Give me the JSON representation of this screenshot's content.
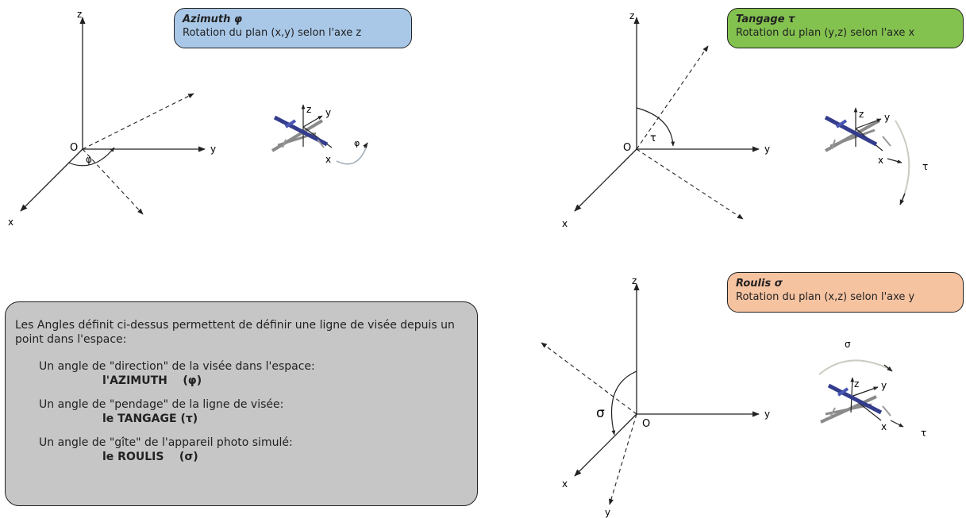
{
  "azimuth": {
    "title": "Azimuth φ",
    "description": "Rotation du plan (x,y) selon l'axe z",
    "color": "#a9c8e8",
    "axes": {
      "z": "z",
      "y": "y",
      "x": "x",
      "origin": "O"
    },
    "angle": "φ",
    "model_axes": {
      "z": "z",
      "y": "y",
      "x": "x"
    },
    "model_angle": "φ"
  },
  "tangage": {
    "title": "Tangage τ",
    "description": "Rotation du plan (y,z) selon l'axe x",
    "color": "#84c24f",
    "axes": {
      "z": "z",
      "y": "y",
      "x": "x",
      "origin": "O"
    },
    "angle": "τ",
    "model_axes": {
      "z": "z",
      "y": "y",
      "x": "x"
    },
    "model_angle": "τ"
  },
  "roulis": {
    "title": "Roulis σ",
    "description": "Rotation du plan (x,z) selon l'axe y",
    "color": "#f6c3a1",
    "axes": {
      "z": "z",
      "y": "y",
      "x": "x",
      "origin": "O",
      "y_down": "y"
    },
    "angle": "σ",
    "model_axes": {
      "z": "z",
      "y": "y",
      "x": "x"
    },
    "model_angle": "σ",
    "model_extra": "τ"
  },
  "info": {
    "intro": "Les Angles définit ci-dessus permettent de définir une ligne de visée depuis un point dans l'espace:",
    "items": [
      {
        "label": "Un angle de \"direction\" de la visée dans l'espace:",
        "value": "l'AZIMUTH    (φ)"
      },
      {
        "label": "Un angle de \"pendage\" de la ligne de visée:",
        "value": "le TANGAGE (τ)"
      },
      {
        "label": "Un angle de \"gîte\" de l'appareil photo simulé:",
        "value": "le ROULIS    (σ)"
      }
    ],
    "background": "#c6c6c6"
  }
}
